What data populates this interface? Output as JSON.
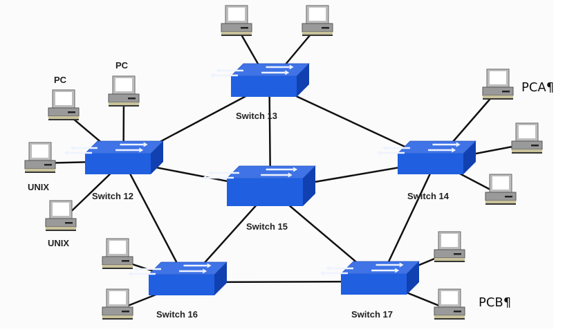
{
  "diagram": {
    "title": "Switched network topology",
    "switches": [
      {
        "id": "s12",
        "label": "Switch 12"
      },
      {
        "id": "s13",
        "label": "Switch 13"
      },
      {
        "id": "s14",
        "label": "Switch 14"
      },
      {
        "id": "s15",
        "label": "Switch 15"
      },
      {
        "id": "s16",
        "label": "Switch 16"
      },
      {
        "id": "s17",
        "label": "Switch 17"
      }
    ],
    "hosts": [
      {
        "id": "h1",
        "label": "PC",
        "switch": "s12"
      },
      {
        "id": "h2",
        "label": "PC",
        "switch": "s12"
      },
      {
        "id": "h3",
        "label": "UNIX",
        "switch": "s12"
      },
      {
        "id": "h4",
        "label": "UNIX",
        "switch": "s12"
      },
      {
        "id": "h5",
        "label": "",
        "switch": "s13"
      },
      {
        "id": "h6",
        "label": "",
        "switch": "s13"
      },
      {
        "id": "h7",
        "label": "",
        "switch": "s14"
      },
      {
        "id": "h8",
        "label": "",
        "switch": "s14"
      },
      {
        "id": "h9",
        "label": "",
        "switch": "s14"
      },
      {
        "id": "h10",
        "label": "",
        "switch": "s16"
      },
      {
        "id": "h11",
        "label": "",
        "switch": "s16"
      },
      {
        "id": "h12",
        "label": "",
        "switch": "s17"
      },
      {
        "id": "h13",
        "label": "",
        "switch": "s17"
      }
    ],
    "links": [
      [
        "s12",
        "s13"
      ],
      [
        "s12",
        "s15"
      ],
      [
        "s12",
        "s16"
      ],
      [
        "s13",
        "s15"
      ],
      [
        "s13",
        "s14"
      ],
      [
        "s15",
        "s14"
      ],
      [
        "s15",
        "s16"
      ],
      [
        "s15",
        "s17"
      ],
      [
        "s14",
        "s17"
      ],
      [
        "s16",
        "s17"
      ]
    ],
    "annotations": [
      {
        "id": "pca",
        "text": "PCA¶"
      },
      {
        "id": "pcb",
        "text": "PCB¶"
      }
    ],
    "colors": {
      "switch_top": "#3f73e6",
      "switch_front": "#1f5fe0",
      "switch_side": "#1140b0",
      "link": "#111111",
      "pc_body": "#9a9a9a",
      "pc_screen": "#ffffff",
      "pc_base": "#c9c29a"
    }
  }
}
